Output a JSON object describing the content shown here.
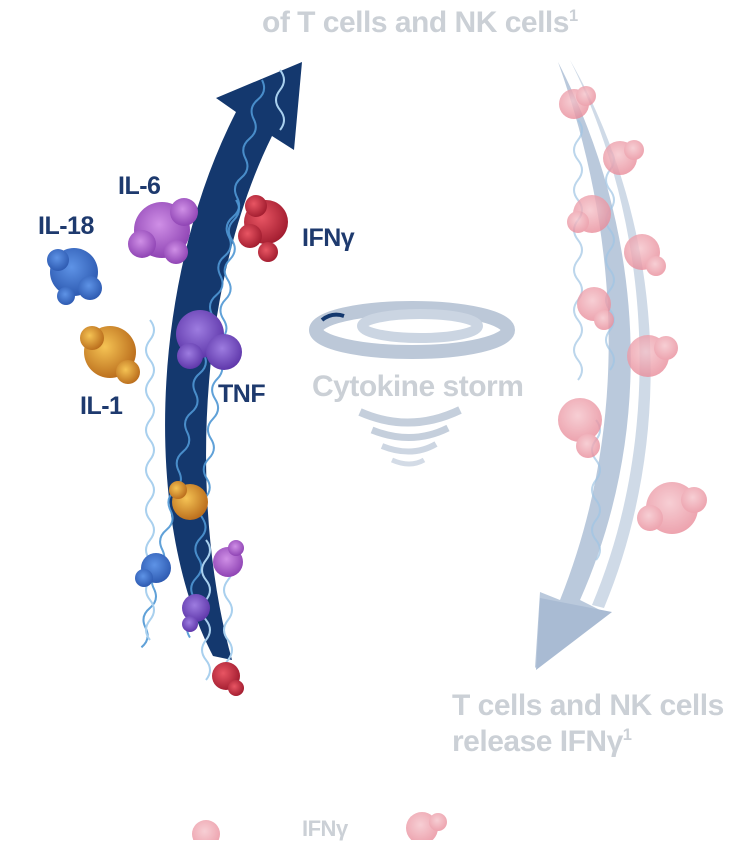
{
  "captions": {
    "top_text": "of T cells and NK cells",
    "top_sup": "1",
    "storm": "Cytokine storm",
    "release_line1": "T cells and NK cells",
    "release_line2_text": "release IFNγ",
    "release_line2_sup": "1",
    "bottom": "IFNγ"
  },
  "cytokines": {
    "il6": "IL-6",
    "il18": "IL-18",
    "ifng": "IFNγ",
    "il1": "IL-1",
    "tnf": "TNF"
  },
  "colors": {
    "dark_arrow": "#14386e",
    "light_arrow": "#b3c3d8",
    "label_dark": "#1e3a6e",
    "label_faded": "#cbd0d6",
    "wave": "#6fb3de",
    "protein_ifng": "#c8283a",
    "protein_il6": "#a456c4",
    "protein_il18": "#3a6fc9",
    "protein_il1": "#e49a26",
    "protein_tnf": "#7a4ec0",
    "protein_pink": "#ee9aa6"
  }
}
